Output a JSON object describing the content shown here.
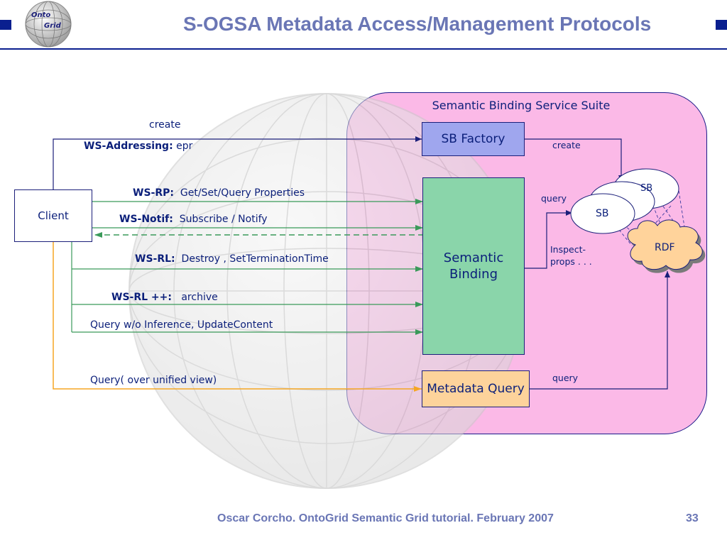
{
  "title": "S-OGSA Metadata Access/Management Protocols",
  "logo": {
    "line1": "Onto",
    "line2": "Grid"
  },
  "suite_label": "Semantic Binding Service Suite",
  "nodes": {
    "client": "Client",
    "sb_factory": "SB Factory",
    "semantic_binding": "Semantic\nBinding",
    "metadata_query": "Metadata Query",
    "sb": "SB",
    "sb_back": "SB",
    "rdf": "RDF"
  },
  "labels": {
    "create_top": "create",
    "ws_addressing_key": "WS-Addressing:",
    "ws_addressing_value": "epr",
    "ws_rp_key": "WS-RP:",
    "ws_rp_value": "Get/Set/Query Properties",
    "ws_notif_key": "WS-Notif:",
    "ws_notif_value": "Subscribe / Notify",
    "ws_rl_key": "WS-RL:",
    "ws_rl_value": "Destroy , SetTerminationTime",
    "ws_rlpp_key": "WS-RL ++:",
    "ws_rlpp_value": "archive",
    "query_wo_inference": "Query w/o Inference, UpdateContent",
    "query_unified": "Query( over unified view)",
    "create_right": "create",
    "query_right": "query",
    "inspect_line1": "Inspect-",
    "inspect_line2": "props . . .",
    "query_bottom": "query"
  },
  "colors": {
    "title": "#6a76b5",
    "accent": "#0a1f8f",
    "suite_fill": "#fbb9e7",
    "factory_fill": "#9fa6ee",
    "binding_fill": "#8ad5aa",
    "query_fill": "#fdd39b",
    "rdf_fill": "#ffd39b",
    "green_arrow": "#3a9a5a",
    "orange_arrow": "#f5a623"
  },
  "footer": {
    "text": "Oscar Corcho. OntoGrid Semantic Grid tutorial. February 2007",
    "page": "33"
  }
}
